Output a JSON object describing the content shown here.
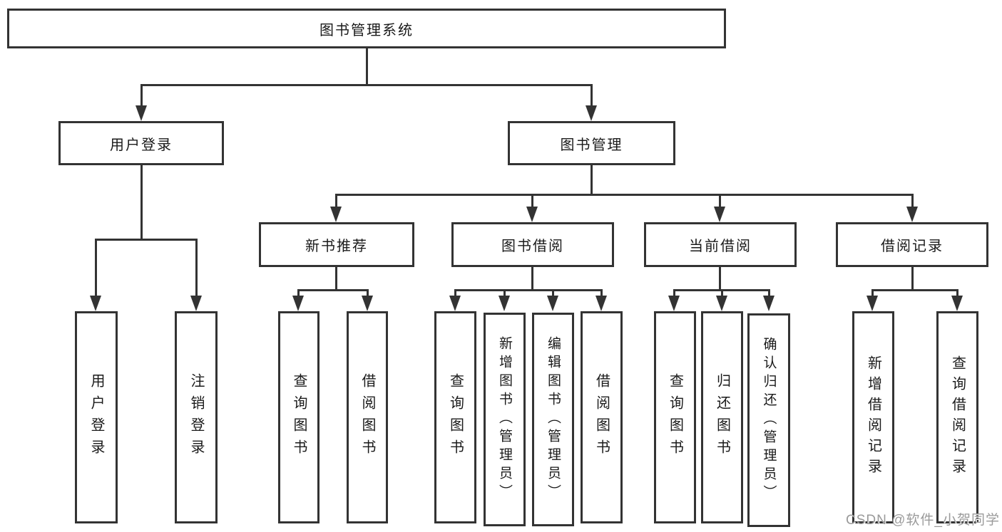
{
  "diagram": {
    "root": {
      "label": "图书管理系统"
    },
    "user_login": {
      "label": "用户登录",
      "children": [
        {
          "label": "用户登录"
        },
        {
          "label": "注销登录"
        }
      ]
    },
    "book_mgmt": {
      "label": "图书管理"
    },
    "new_book": {
      "label": "新书推荐",
      "children": [
        {
          "label": "查询图书"
        },
        {
          "label": "借阅图书"
        }
      ]
    },
    "book_borrow": {
      "label": "图书借阅",
      "children": [
        {
          "label": "查询图书"
        },
        {
          "label": "新增图书（管理员）"
        },
        {
          "label": "编辑图书（管理员）"
        },
        {
          "label": "借阅图书"
        }
      ]
    },
    "current_borrow": {
      "label": "当前借阅",
      "children": [
        {
          "label": "查询图书"
        },
        {
          "label": "归还图书"
        },
        {
          "label": "确认归还（管理员）"
        }
      ]
    },
    "borrow_records": {
      "label": "借阅记录",
      "children": [
        {
          "label": "新增借阅记录"
        },
        {
          "label": "查询借阅记录"
        }
      ]
    },
    "watermark": "CSDN @软件_小贺同学",
    "colors": {
      "line": "#333333",
      "text": "#1a1a1a",
      "watermark": "#9a9a9a",
      "background": "#ffffff"
    }
  }
}
